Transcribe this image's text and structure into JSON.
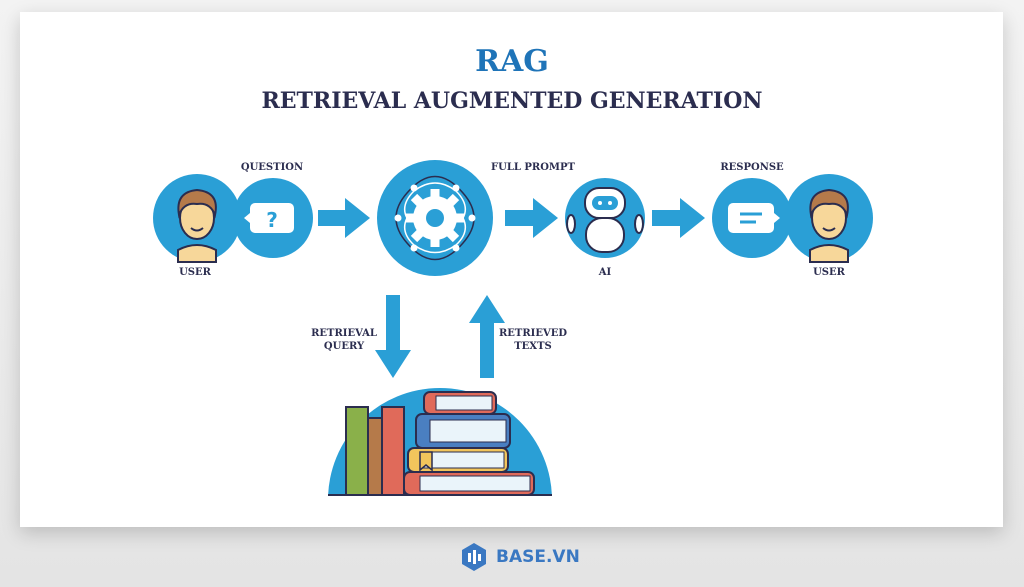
{
  "title": "RAG",
  "subtitle": "RETRIEVAL AUGMENTED GENERATION",
  "labels": {
    "question": "QUESTION",
    "user_left": "USER",
    "full_prompt": "FULL PROMPT",
    "ai": "AI",
    "response": "RESPONSE",
    "user_right": "USER",
    "retrieval_query_1": "RETRIEVAL",
    "retrieval_query_2": "QUERY",
    "retrieved_texts_1": "RETRIEVED",
    "retrieved_texts_2": "TEXTS"
  },
  "brand": "BASE.VN",
  "colors": {
    "accent": "#2a9fd6",
    "title": "#1f74b8",
    "text": "#2b2d4f"
  }
}
